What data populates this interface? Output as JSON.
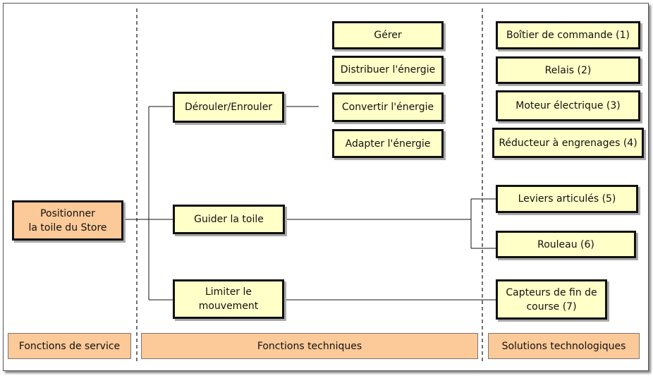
{
  "diagram": {
    "service_function": "Positionner\nla toile du Store",
    "technical_functions": {
      "derouler": "Dérouler/Enrouler",
      "guider": "Guider la toile",
      "limiter": "Limiter le\nmouvement"
    },
    "sub_functions": [
      "Gérer",
      "Distribuer l'énergie",
      "Convertir l'énergie",
      "Adapter l'énergie"
    ],
    "solutions": {
      "s1": "Boîtier de commande (1)",
      "s2": "Relais (2)",
      "s3": "Moteur électrique (3)",
      "s4": "Réducteur à engrenages (4)",
      "s5": "Leviers articulés (5)",
      "s6": "Rouleau (6)",
      "s7": "Capteurs de fin de\ncourse (7)"
    },
    "footer": {
      "service": "Fonctions de service",
      "technical": "Fonctions techniques",
      "solutions": "Solutions technologiques"
    }
  }
}
